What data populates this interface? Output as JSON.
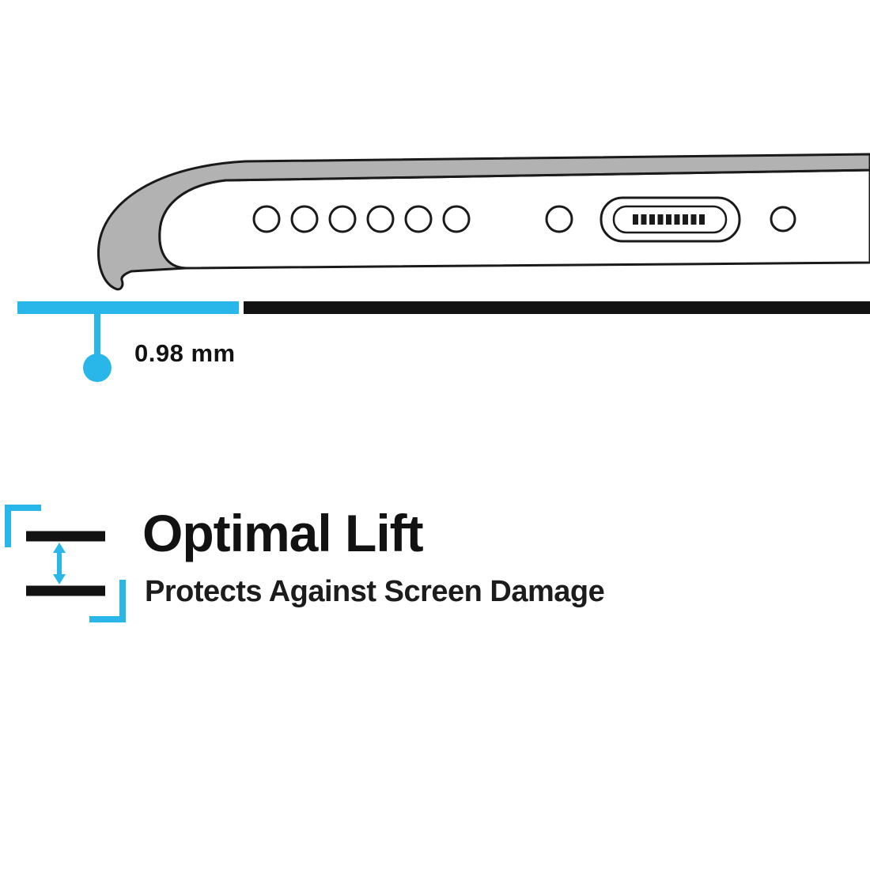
{
  "colors": {
    "accent_cyan": "#29b7ea",
    "ink_black": "#121212",
    "case_gray": "#b2b2b2"
  },
  "illustration": {
    "name": "phone-bottom-edge-in-case",
    "speaker_hole_count": 6,
    "port": "charging-port"
  },
  "measurement": {
    "label": "0.98 mm"
  },
  "feature": {
    "title": "Optimal Lift",
    "subtitle": "Protects Against Screen Damage"
  }
}
